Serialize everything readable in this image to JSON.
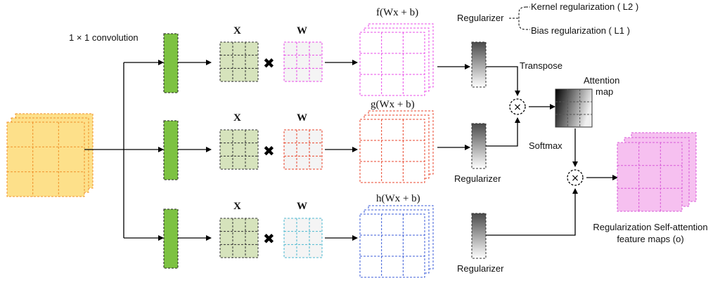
{
  "colors": {
    "input": "#fde08a",
    "input_border": "#f0912a",
    "conv": "#7dc242",
    "x_matrix": "#d6e3bc",
    "f_branch": "#e84de8",
    "f_fill": "#f4f4f4",
    "g_branch": "#e8452c",
    "h_branch": "#3c5ed8",
    "h_w_border": "#4db8d0",
    "output": "#f6c0f0",
    "output_border": "#d85ad8"
  },
  "labels": {
    "conv": "1 × 1 convolution",
    "f_expr": "f(Wx + b)",
    "g_expr": "g(Wx + b)",
    "h_expr": "h(Wx + b)",
    "x": "X",
    "w": "W",
    "times": "✖",
    "reg_top": "Regularizer",
    "kernel_reg": "Kernel regularization ( L2 )",
    "bias_reg": "Bias regularization ( L1 )",
    "transpose": "Transpose",
    "attention_1": "Attention",
    "attention_2": "map",
    "softmax": "Softmax",
    "reg_mid": "Regularizer",
    "reg_bottom": "Regularizer",
    "output_1": "Regularization Self-attention",
    "output_2": "feature maps (o)",
    "mult_op": "×"
  }
}
